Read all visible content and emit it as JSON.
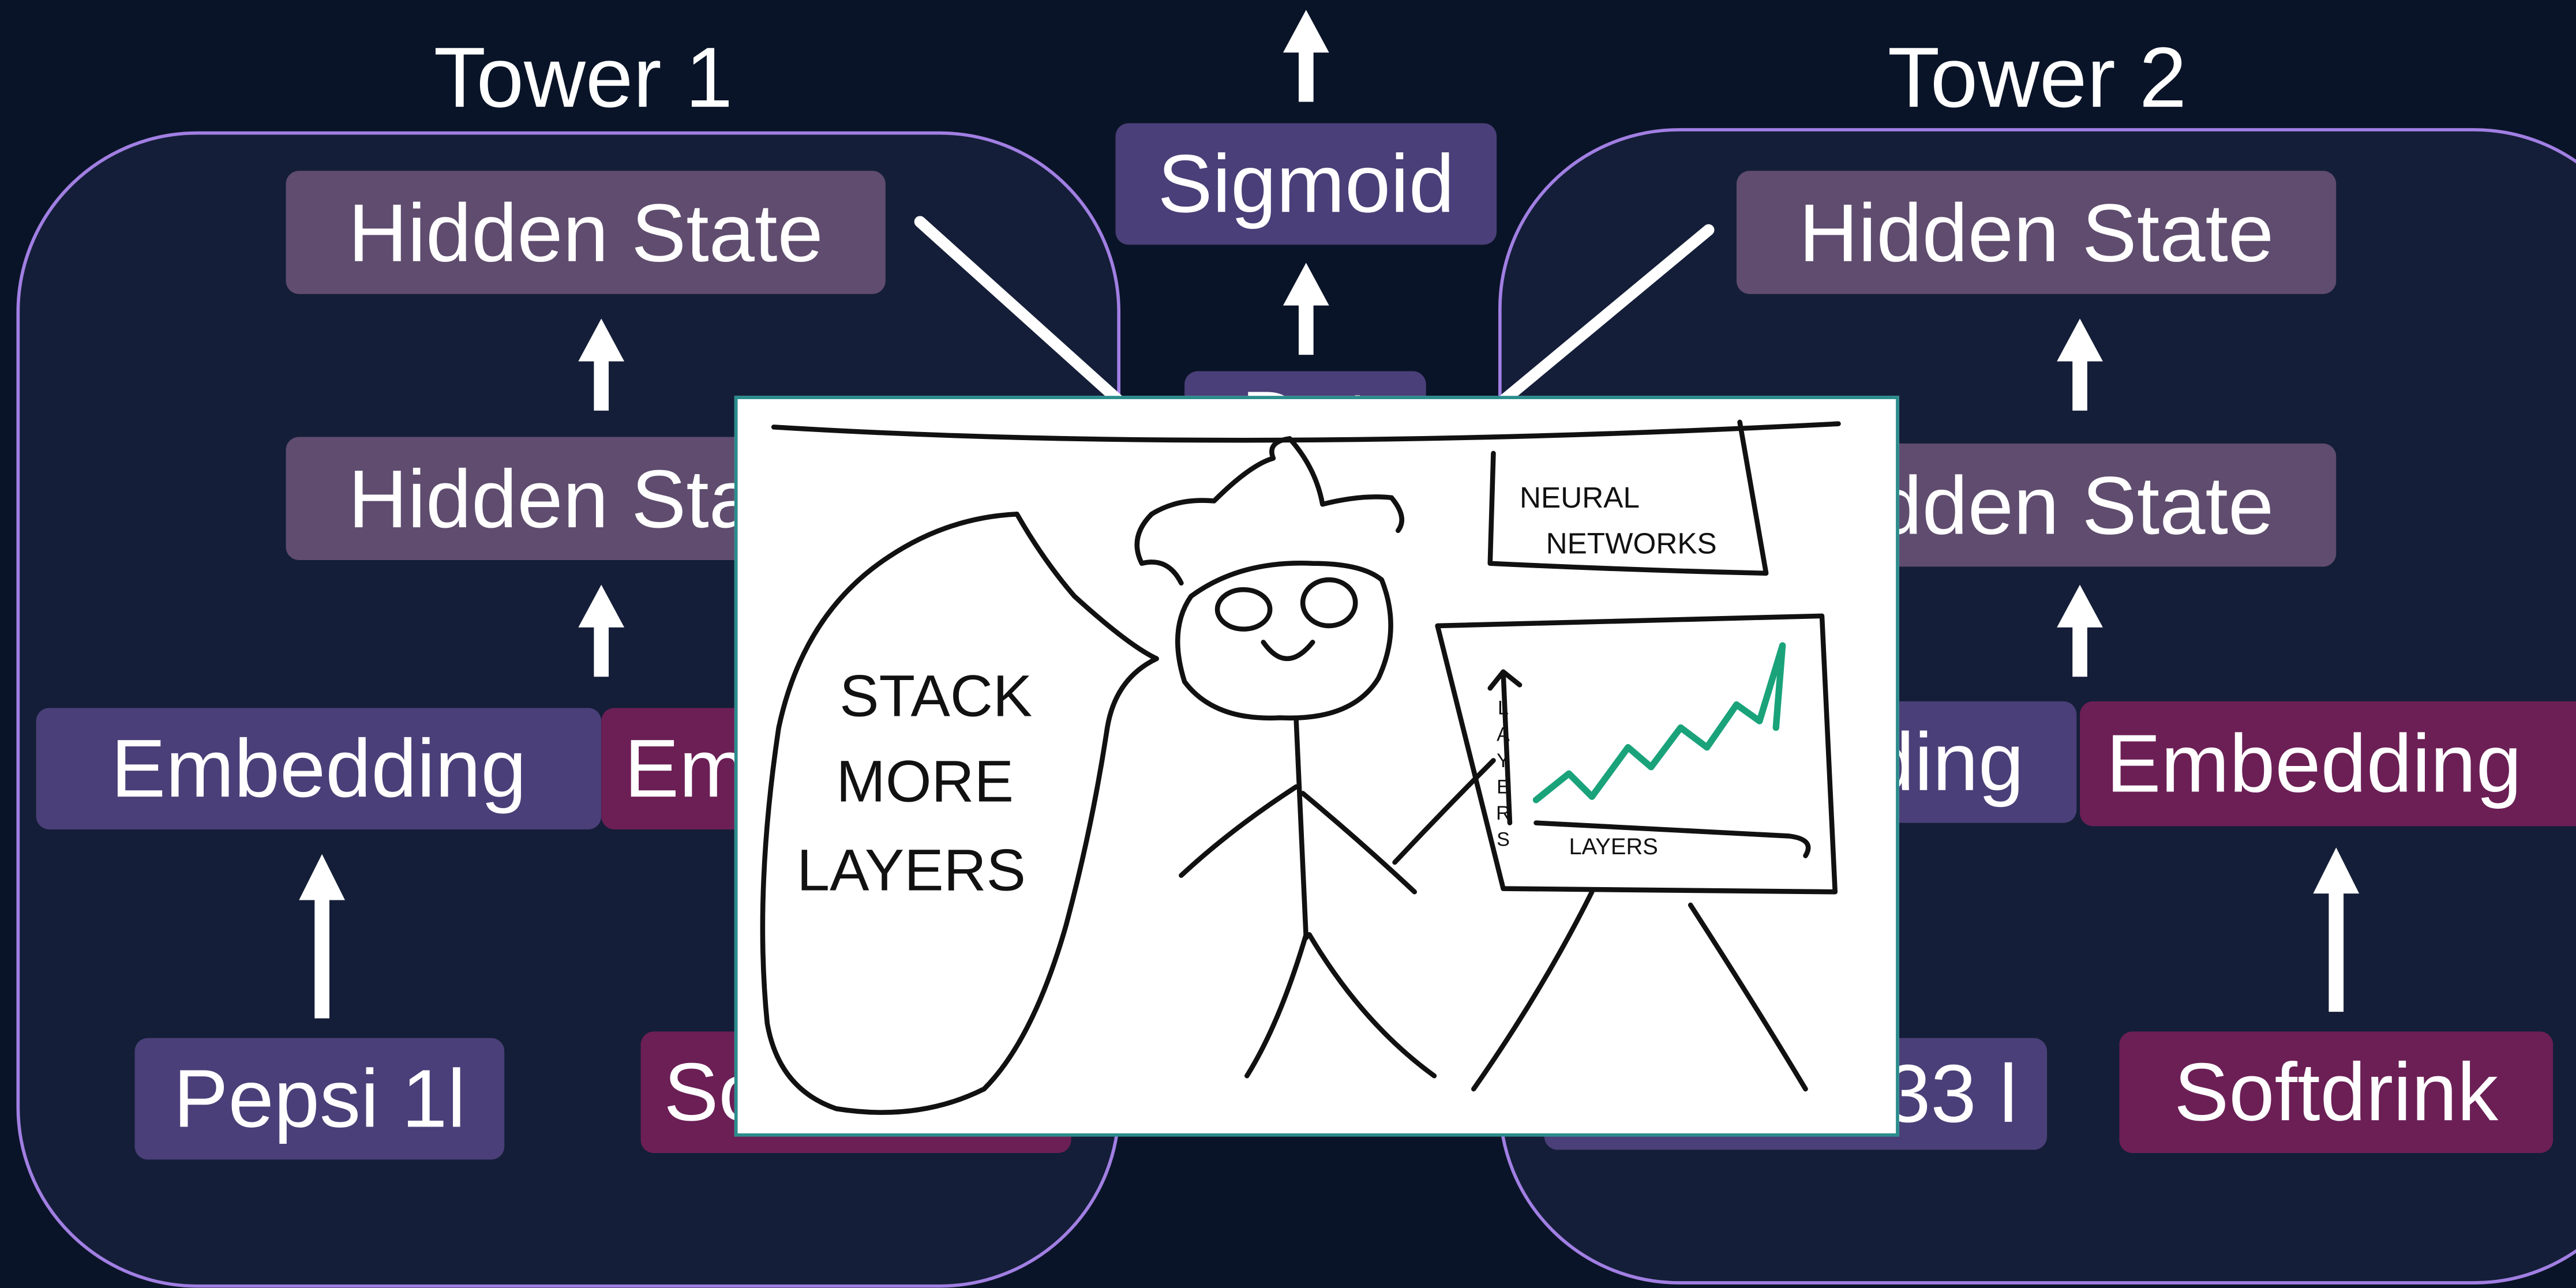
{
  "tower1": {
    "title": "Tower 1",
    "hidden_top": "Hidden State",
    "hidden_mid": "Hidden State",
    "emb_left": "Embedding",
    "emb_right": "Embedding",
    "input_left": "Pepsi 1l",
    "input_right": "Softdrink"
  },
  "tower2": {
    "title": "Tower 2",
    "hidden_top": "Hidden State",
    "hidden_mid": "Hidden State",
    "emb_left": "Embedding",
    "emb_right": "Embedding",
    "input_left": "Coke 0.33 l",
    "input_right": "Softdrink"
  },
  "center": {
    "sigmoid": "Sigmoid",
    "combine": "Dot"
  },
  "meme": {
    "speech": [
      "STACK",
      "MORE",
      "LAYERS"
    ],
    "sign_line1": "NEURAL",
    "sign_line2": "NETWORKS",
    "chart_ylabel": "LAYERS",
    "chart_xlabel": "LAYERS",
    "colors": {
      "trend": "#1aa37a"
    }
  },
  "colors": {
    "background": "#0a1428",
    "tower_border": "#a17fe3",
    "hidden_state": "#5f4c6e",
    "embedding": "#4a3f78",
    "embedding_alt": "#6b1f55"
  }
}
